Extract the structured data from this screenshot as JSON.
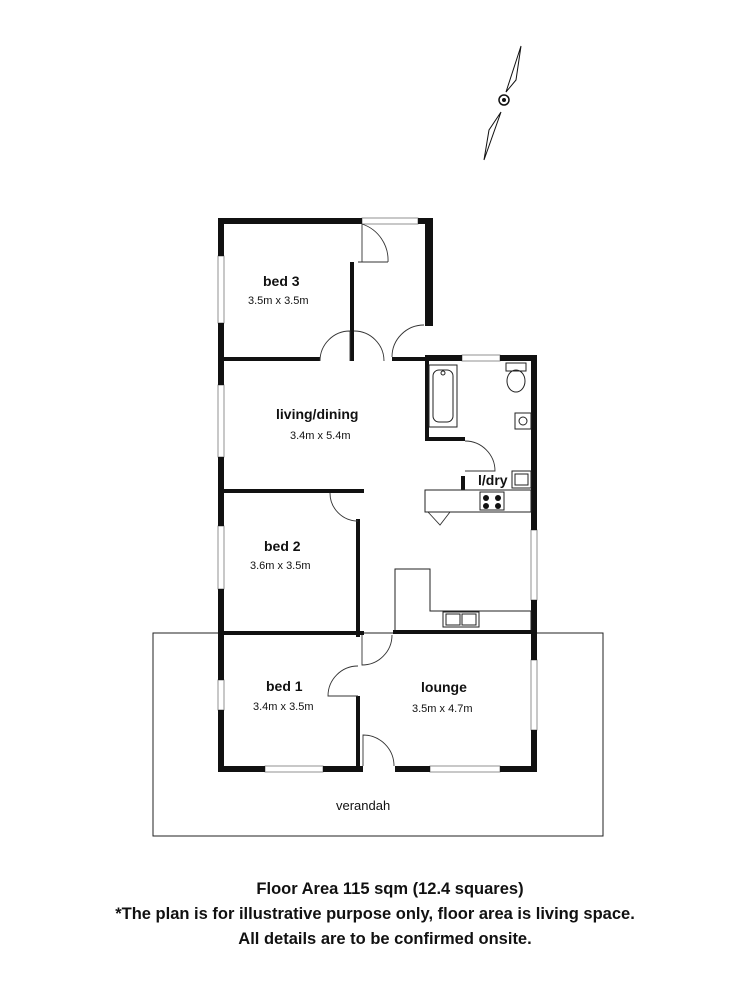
{
  "rooms": {
    "bed3": {
      "name": "bed 3",
      "size": "3.5m x 3.5m"
    },
    "living": {
      "name": "living/dining",
      "size": "3.4m x 5.4m"
    },
    "laundry": {
      "name": "l/dry"
    },
    "bed2": {
      "name": "bed 2",
      "size": "3.6m x 3.5m"
    },
    "bed1": {
      "name": "bed 1",
      "size": "3.4m x 3.5m"
    },
    "lounge": {
      "name": "lounge",
      "size": "3.5m x 4.7m"
    },
    "verandah": {
      "name": "verandah"
    }
  },
  "footer": {
    "line1": "Floor Area 115 sqm (12.4 squares)",
    "line2": "*The plan is for illustrative purpose only, floor area is living space.",
    "line3": "All details are to be confirmed onsite."
  },
  "icons": {
    "compass": "north-arrow-icon"
  }
}
